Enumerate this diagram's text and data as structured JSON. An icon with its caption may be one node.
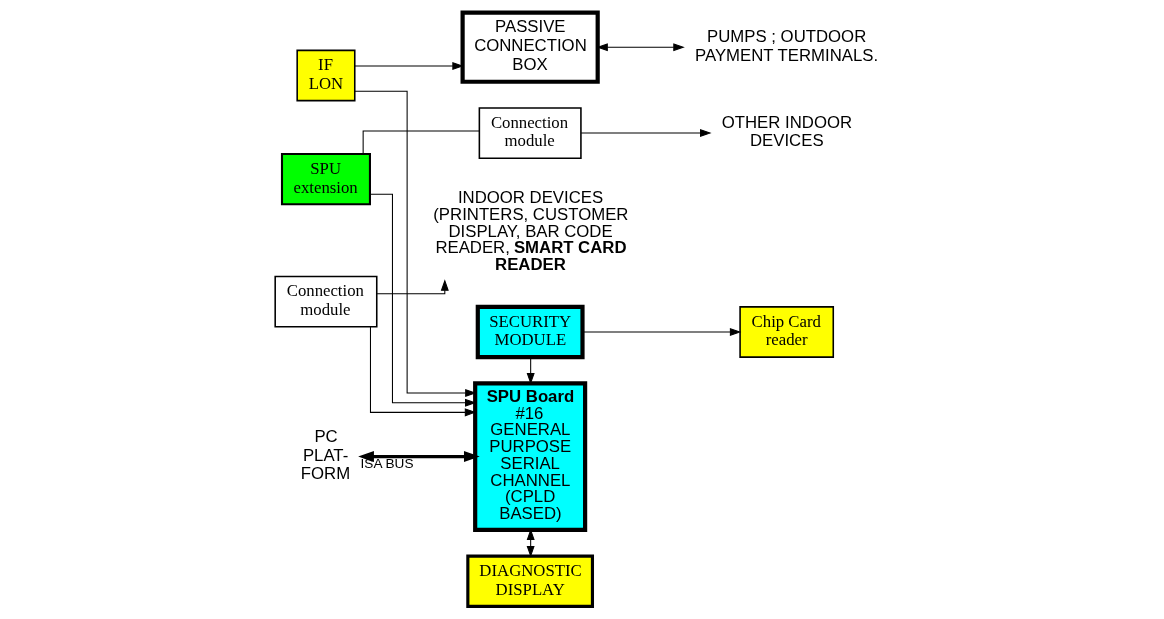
{
  "diagram": {
    "nodes": [
      {
        "text": [
          "DIAGNOSTIC DISPLAY"
        ]
      },
      {
        "text": [
          "PC PLAT- FORM"
        ]
      },
      {
        "text": [
          "SPU Board",
          "#16 GENERAL PURPOSE SERIAL CHANNEL (CPLD BASED)"
        ]
      },
      {
        "text": [
          "IF LON"
        ]
      },
      {
        "text": [
          "PASSIVE CONNECTION BOX"
        ]
      },
      {
        "text": [
          "PUMPS ; OUTDOOR PAYMENT TERMINALS."
        ]
      },
      {
        "text": [
          "SPU extension"
        ]
      },
      {
        "text": [
          "Connection module"
        ]
      },
      {
        "text": [
          "OTHER INDOOR DEVICES"
        ]
      },
      {
        "text": [
          "SECURITY MODULE"
        ]
      },
      {
        "text": [
          "Connection module"
        ]
      },
      {
        "text": [
          "INDOOR DEVICES (PRINTERS, CUSTOMER DISPLAY, BAR CODE READER, **SMART CARD READER**"
        ]
      },
      {
        "text": [
          "Chip Card reader"
        ]
      }
    ],
    "edges": [
      {
        "from": 2,
        "to": 0,
        "arrow": "both"
      },
      {
        "from": 1,
        "to": 2,
        "arrow": "both",
        "label": "ISA BUS",
        "style": "thick"
      },
      {
        "from": 3,
        "to": 2,
        "arrow": "to"
      },
      {
        "from": 3,
        "to": 4,
        "arrow": "to"
      },
      {
        "from": 4,
        "to": 5,
        "arrow": "both"
      },
      {
        "from": 6,
        "to": 2,
        "arrow": "to"
      },
      {
        "from": 6,
        "to": 7,
        "arrow": "none"
      },
      {
        "from": 7,
        "to": 8,
        "arrow": "to"
      },
      {
        "from": 10,
        "to": 2,
        "arrow": "to"
      },
      {
        "from": 10,
        "to": 11,
        "arrow": "to"
      },
      {
        "from": 9,
        "to": 2,
        "arrow": "to"
      },
      {
        "from": 9,
        "to": 12,
        "arrow": "to"
      }
    ]
  }
}
